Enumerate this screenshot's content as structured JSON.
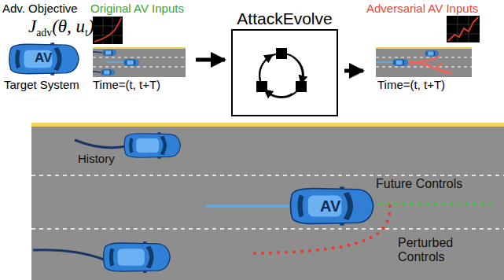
{
  "diagram": {
    "nodes": [
      {
        "text": [
          "Original AV Inputs",
          "Time=(t, t+T)"
        ]
      },
      {
        "text": [
          "AttackEvolve"
        ]
      },
      {
        "text": [
          "Adversarial AV Inputs",
          "Time=(t, t+T)"
        ]
      }
    ],
    "edges": [
      {
        "from": 0,
        "to": 1,
        "arrow": "to"
      },
      {
        "from": 1,
        "to": 2,
        "arrow": "to"
      }
    ],
    "labels": [
      "Adv. Objective",
      "J",
      "adv",
      "(θ, u",
      "t",
      ")",
      "AV",
      "Target System",
      "History",
      "AV",
      "Future Controls",
      "Perturbed Controls"
    ]
  }
}
